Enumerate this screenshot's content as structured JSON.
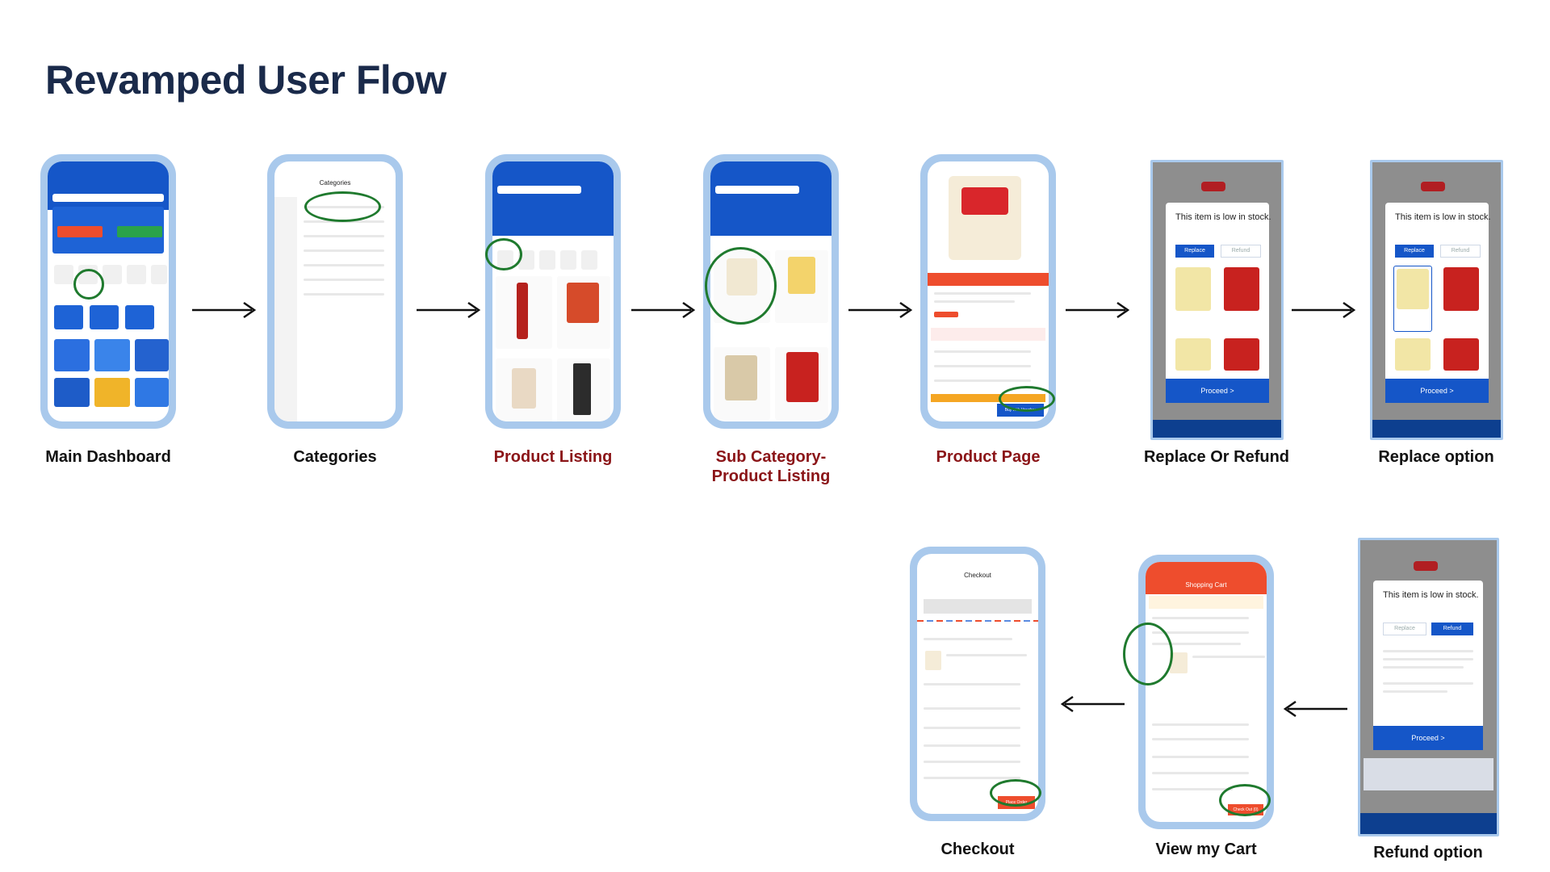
{
  "page": {
    "title": "Revamped User Flow"
  },
  "screens": {
    "main_dashboard": {
      "label": "Main Dashboard"
    },
    "categories": {
      "label": "Categories",
      "header": "Categories"
    },
    "product_listing": {
      "label": "Product Listing"
    },
    "sub_category": {
      "label": "Sub Category-\nProduct Listing"
    },
    "product_page": {
      "label": "Product Page",
      "buy_button": "Buy with Voucher"
    },
    "replace_or_refund": {
      "label": "Replace Or Refund",
      "modal_title": "This item is low in stock.",
      "replace_btn": "Replace",
      "refund_btn": "Refund",
      "proceed": "Proceed >"
    },
    "replace_option": {
      "label": "Replace option",
      "modal_title": "This item is low in stock.",
      "replace_btn": "Replace",
      "refund_btn": "Refund",
      "proceed": "Proceed >"
    },
    "refund_option": {
      "label": "Refund option",
      "modal_title": "This item is low in stock.",
      "replace_btn": "Replace",
      "refund_btn": "Refund",
      "proceed": "Proceed >"
    },
    "view_cart": {
      "label": "View my Cart",
      "header": "Shopping Cart",
      "checkout_btn": "Check Out (0)"
    },
    "checkout": {
      "label": "Checkout",
      "header": "Checkout",
      "place_order": "Place Order"
    }
  },
  "colors": {
    "phone_frame": "#a9c9ec",
    "brand_blue": "#1556c8",
    "shopee_orange": "#ee4d2d",
    "highlight_green": "#1f7a2e",
    "label_red": "#8b1518"
  }
}
